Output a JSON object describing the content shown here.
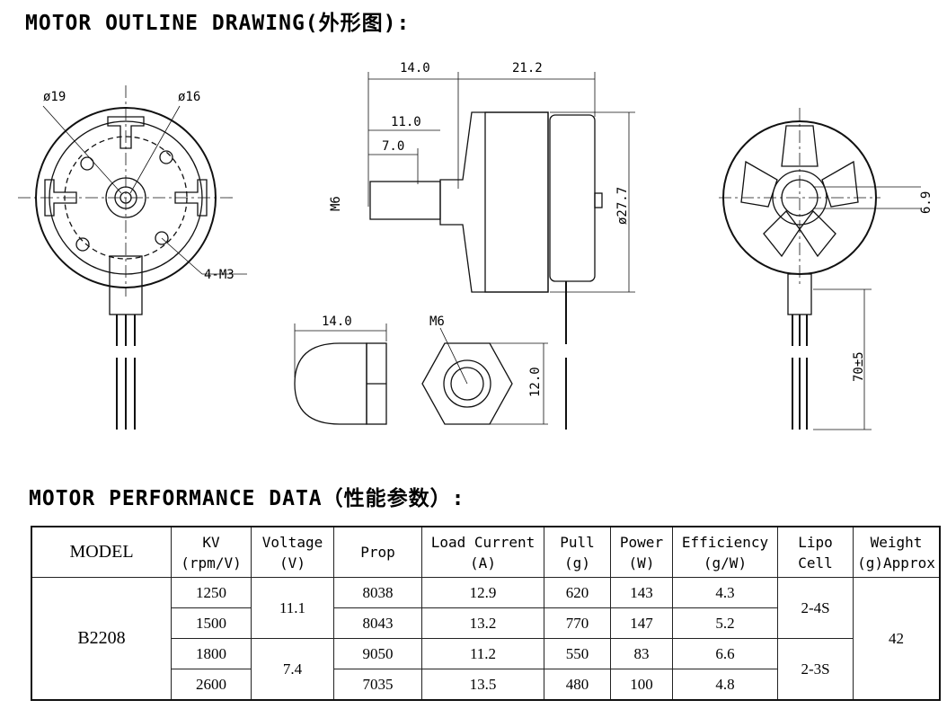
{
  "titles": {
    "outline": "MOTOR OUTLINE DRAWING(外形图):",
    "performance": "MOTOR PERFORMANCE DATA（性能参数）:"
  },
  "dims": {
    "d19": "ø19",
    "d16": "ø16",
    "m3": "4-M3",
    "len14": "14.0",
    "len21": "21.2",
    "len11": "11.0",
    "len7": "7.0",
    "m6": "M6",
    "d277": "ø27.7",
    "d69": "6.9",
    "wire": "70±5",
    "cap14": "14.0",
    "nut_m6": "M6",
    "nut12": "12.0"
  },
  "table": {
    "headers": [
      [
        "MODEL",
        ""
      ],
      [
        "KV",
        "(rpm/V)"
      ],
      [
        "Voltage",
        "(V)"
      ],
      [
        "Prop",
        ""
      ],
      [
        "Load Current",
        "(A)"
      ],
      [
        "Pull",
        "(g)"
      ],
      [
        "Power",
        "(W)"
      ],
      [
        "Efficiency",
        "(g/W)"
      ],
      [
        "Lipo",
        "Cell"
      ],
      [
        "Weight",
        "(g)Approx"
      ]
    ],
    "model": "B2208",
    "weight": "42",
    "voltage_groups": [
      "11.1",
      "7.4"
    ],
    "lipo_groups": [
      "2-4S",
      "2-3S"
    ],
    "rows": [
      {
        "kv": "1250",
        "prop": "8038",
        "current": "12.9",
        "pull": "620",
        "power": "143",
        "eff": "4.3"
      },
      {
        "kv": "1500",
        "prop": "8043",
        "current": "13.2",
        "pull": "770",
        "power": "147",
        "eff": "5.2"
      },
      {
        "kv": "1800",
        "prop": "9050",
        "current": "11.2",
        "pull": "550",
        "power": "83",
        "eff": "6.6"
      },
      {
        "kv": "2600",
        "prop": "7035",
        "current": "13.5",
        "pull": "480",
        "power": "100",
        "eff": "4.8"
      }
    ]
  }
}
